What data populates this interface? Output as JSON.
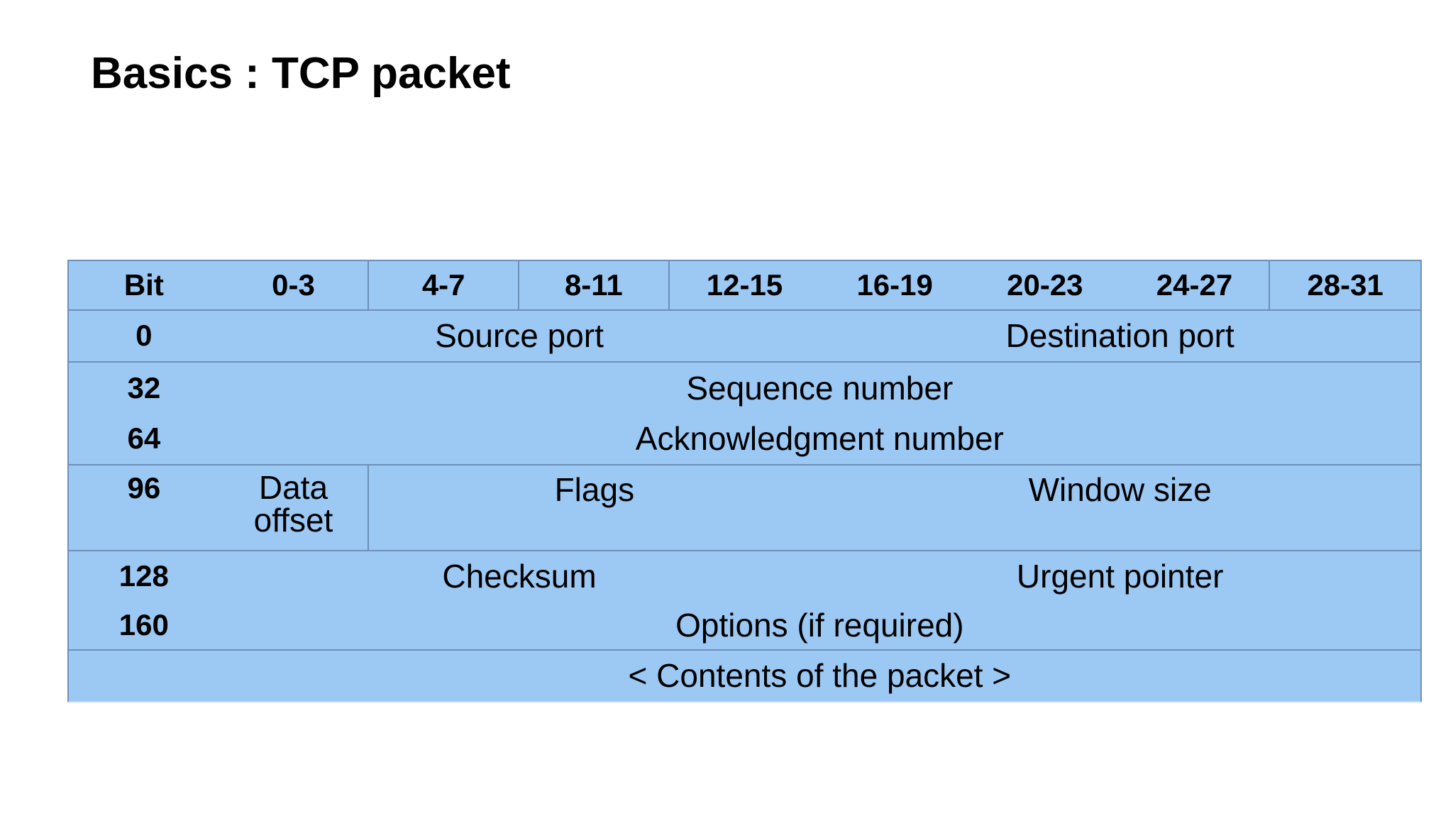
{
  "slide": {
    "title": "Basics : TCP packet"
  },
  "colors": {
    "table_fill": "#9cc8f4",
    "table_line": "#6e90b8",
    "text": "#000000",
    "background": "#ffffff"
  },
  "table": {
    "header_cells": [
      "Bit",
      "0-3",
      "4-7",
      "8-11",
      "12-15",
      "16-19",
      "20-23",
      "24-27",
      "28-31"
    ],
    "rows": {
      "r0": {
        "bit": "0",
        "source_port": "Source port",
        "destination_port": "Destination port"
      },
      "r32": {
        "bit": "32",
        "sequence_number": "Sequence number"
      },
      "r64": {
        "bit": "64",
        "acknowledgment_number": "Acknowledgment number"
      },
      "r96": {
        "bit": "96",
        "data_offset": "Data offset",
        "flags": "Flags",
        "window_size": "Window size"
      },
      "r128": {
        "bit": "128",
        "checksum": "Checksum",
        "urgent_pointer": "Urgent pointer"
      },
      "r160": {
        "bit": "160",
        "options": "Options (if required)"
      },
      "contents": {
        "bit": "",
        "label": "< Contents of the packet >"
      }
    }
  }
}
